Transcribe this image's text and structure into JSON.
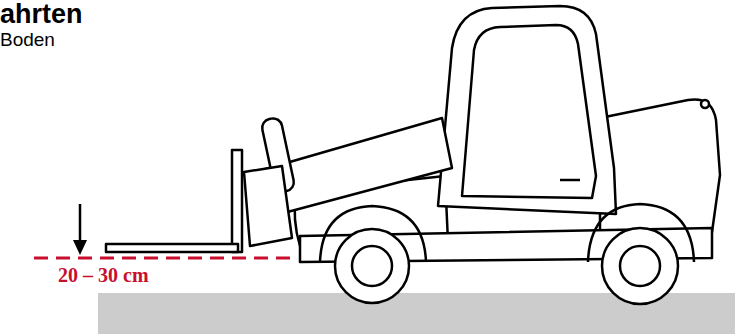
{
  "diagram": {
    "title": "ahrten",
    "labels": [
      "Boden",
      "20 – 30 cm"
    ]
  }
}
